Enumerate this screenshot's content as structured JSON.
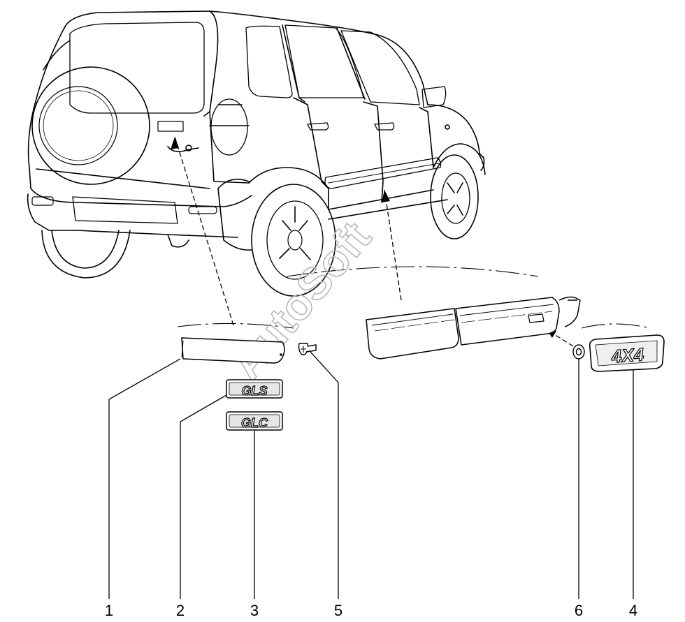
{
  "watermark": {
    "text": "AutoSoft"
  },
  "badges": {
    "gls": "GLS",
    "glc": "GLC",
    "four_by_four": "4X4"
  },
  "callouts": [
    {
      "id": "1",
      "label": "1"
    },
    {
      "id": "2",
      "label": "2"
    },
    {
      "id": "3",
      "label": "3"
    },
    {
      "id": "5",
      "label": "5"
    },
    {
      "id": "6",
      "label": "6"
    },
    {
      "id": "4",
      "label": "4"
    }
  ]
}
